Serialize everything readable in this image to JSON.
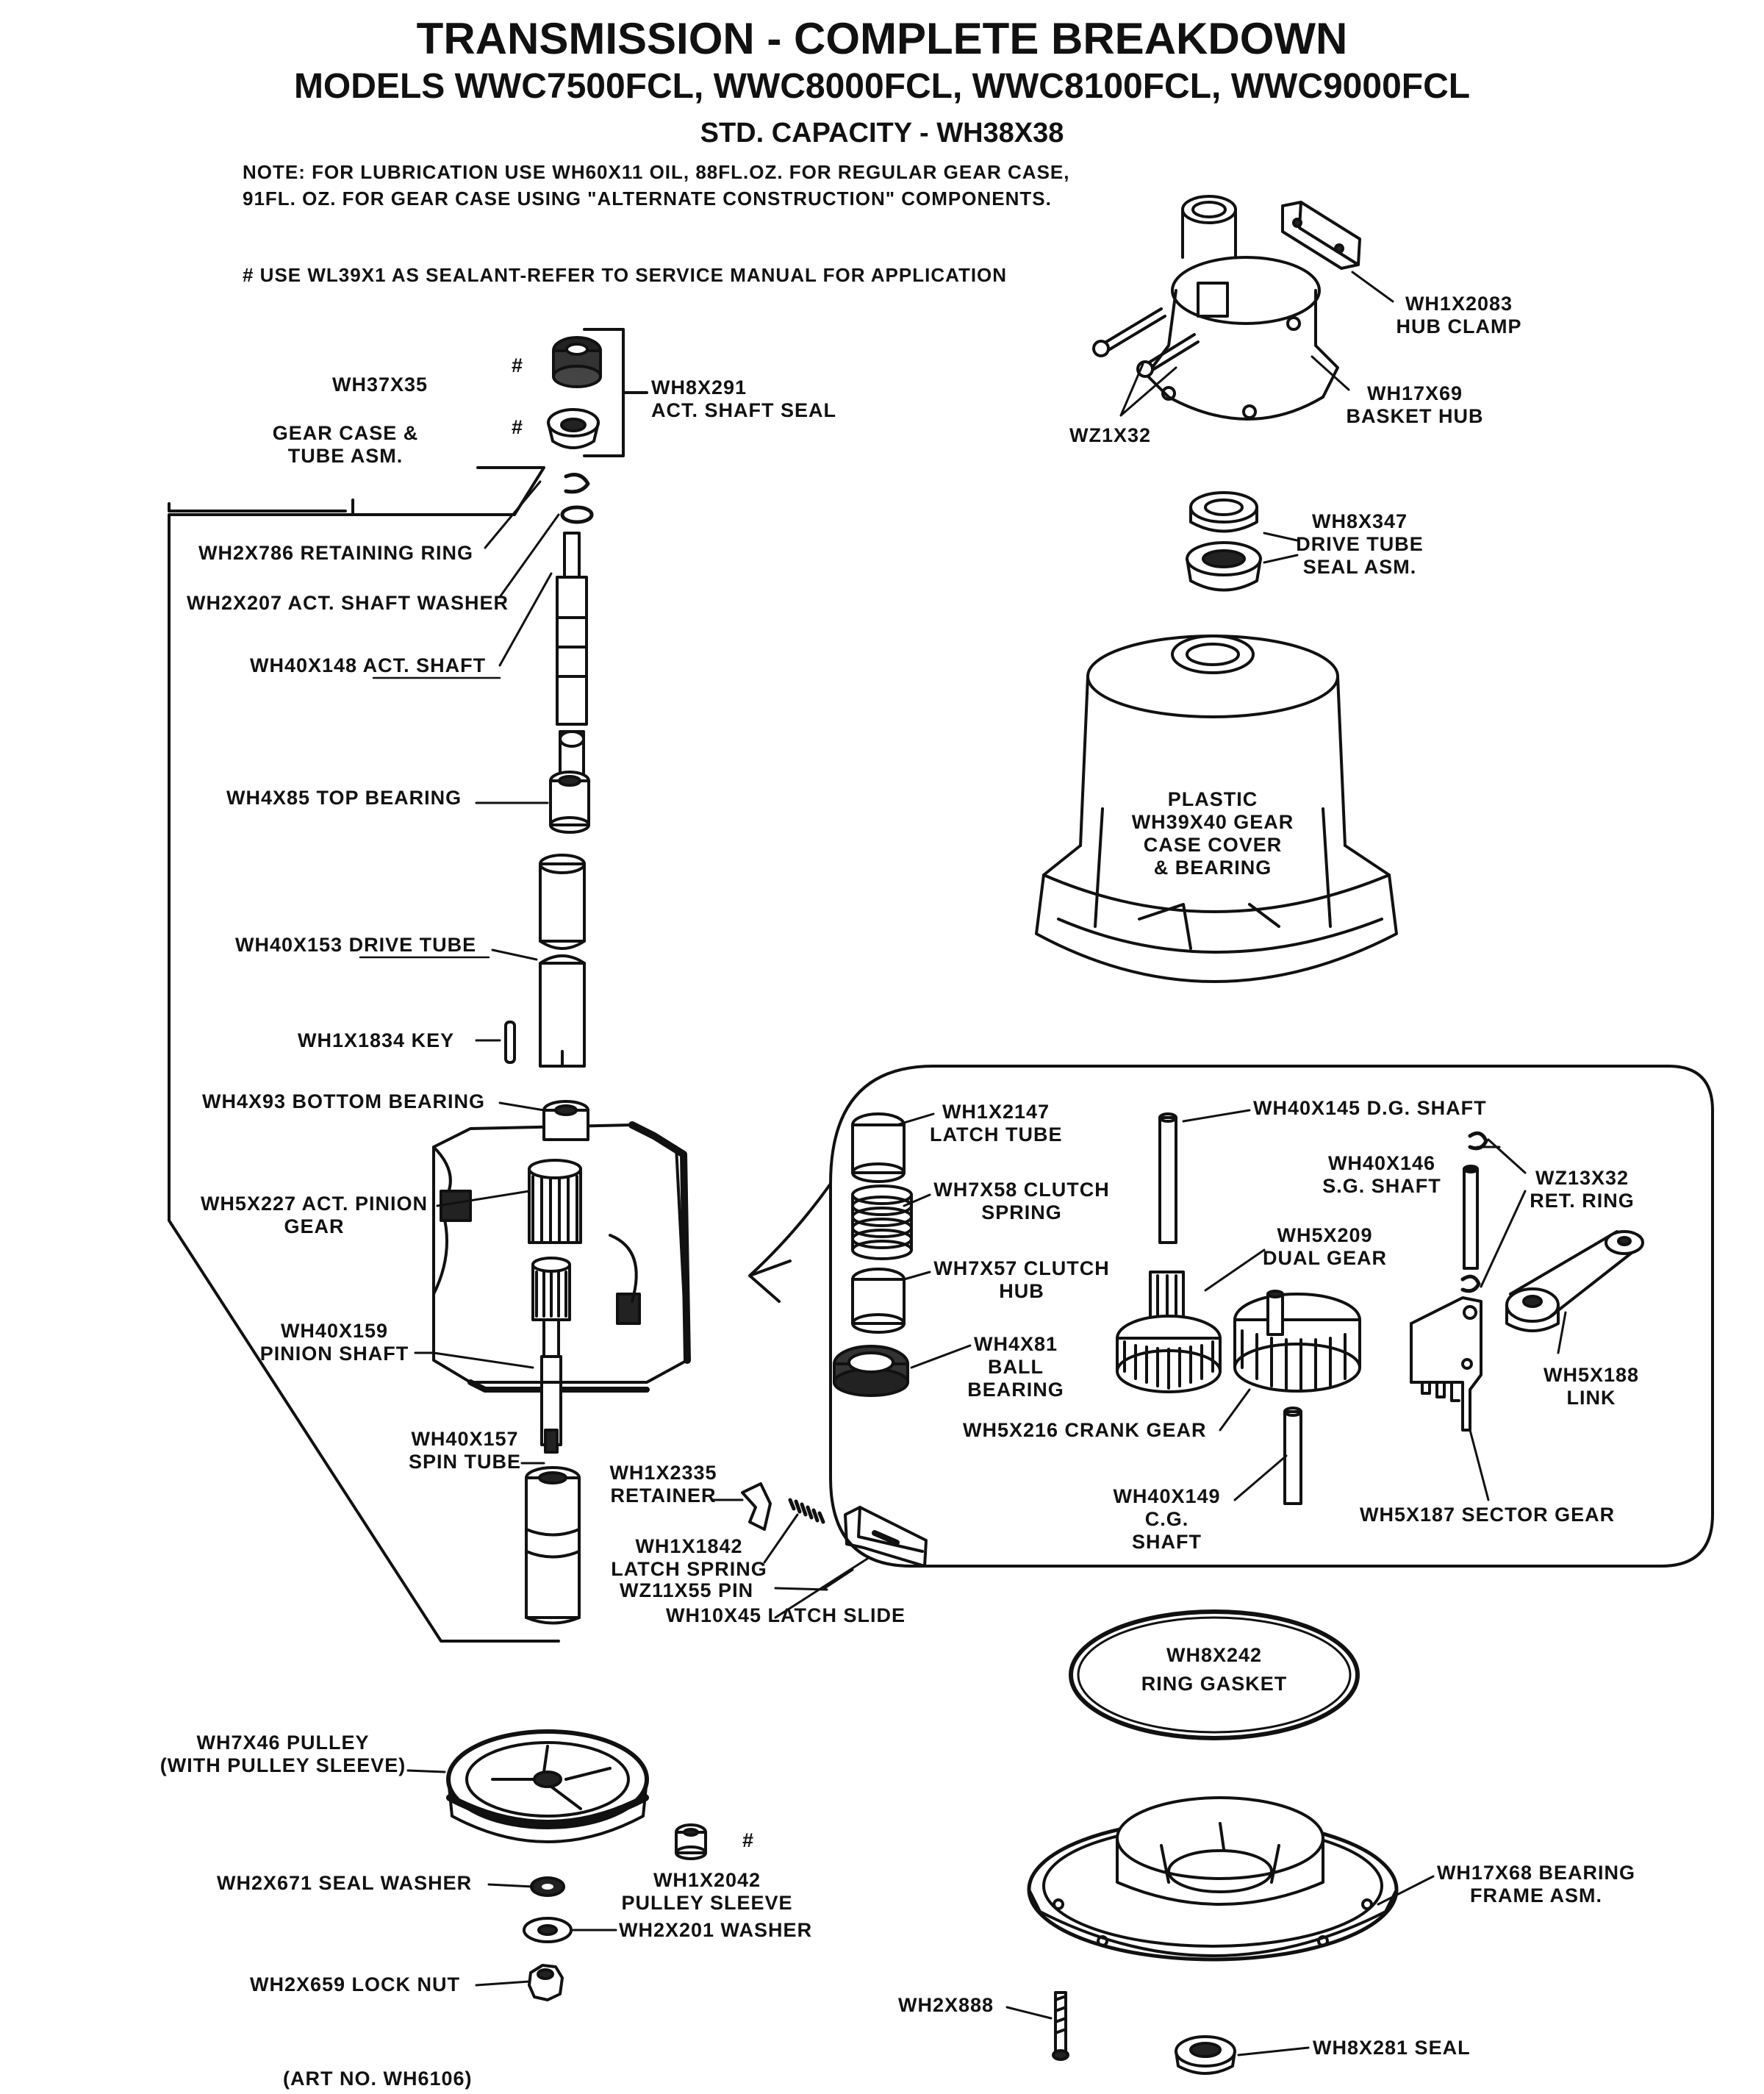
{
  "header": {
    "title": "TRANSMISSION - COMPLETE BREAKDOWN",
    "models": "MODELS WWC7500FCL, WWC8000FCL, WWC8100FCL, WWC9000FCL",
    "capacity": "STD. CAPACITY - WH38X38",
    "note_line1": "NOTE: FOR LUBRICATION USE WH60X11 OIL, 88FL.OZ. FOR REGULAR GEAR CASE,",
    "note_line2": "91FL. OZ. FOR GEAR CASE USING \"ALTERNATE CONSTRUCTION\" COMPONENTS.",
    "sealant_note": "# USE WL39X1 AS SEALANT-REFER TO SERVICE MANUAL FOR APPLICATION"
  },
  "sealant_mark": "#",
  "labels": {
    "hub_clamp": [
      "WH1X2083",
      "HUB CLAMP"
    ],
    "basket_hub": [
      "WH17X69",
      "BASKET HUB"
    ],
    "wz1x32": "WZ1X32",
    "drive_tube_seal": [
      "WH8X347",
      "DRIVE TUBE",
      "SEAL ASM."
    ],
    "gear_case_cover": [
      "PLASTIC",
      "WH39X40 GEAR",
      "CASE COVER",
      "& BEARING"
    ],
    "wh37x35": "WH37X35",
    "act_shaft_seal": [
      "WH8X291",
      "ACT. SHAFT SEAL"
    ],
    "gear_case_tube": [
      "GEAR CASE &",
      "TUBE ASM."
    ],
    "retaining_ring": "WH2X786 RETAINING RING",
    "act_shaft_washer": "WH2X207 ACT. SHAFT WASHER",
    "act_shaft_code": "WH40X148",
    "act_shaft_name": "ACT. SHAFT",
    "top_bearing": "WH4X85 TOP BEARING",
    "drive_tube_code": "WH40X153",
    "drive_tube_name": "DRIVE TUBE",
    "key": "WH1X1834 KEY",
    "bottom_bearing": "WH4X93 BOTTOM BEARING",
    "act_pinion_gear": [
      "WH5X227 ACT. PINION",
      "GEAR"
    ],
    "pinion_shaft": [
      "WH40X159",
      "PINION SHAFT"
    ],
    "spin_tube": [
      "WH40X157",
      "SPIN TUBE"
    ],
    "retainer": [
      "WH1X2335",
      "RETAINER"
    ],
    "latch_spring": [
      "WH1X1842",
      "LATCH SPRING"
    ],
    "pin": "WZ11X55 PIN",
    "latch_slide": "WH10X45 LATCH SLIDE",
    "latch_tube": [
      "WH1X2147",
      "LATCH TUBE"
    ],
    "clutch_spring": [
      "WH7X58 CLUTCH",
      "SPRING"
    ],
    "clutch_hub": [
      "WH7X57 CLUTCH",
      "HUB"
    ],
    "ball_bearing": [
      "WH4X81",
      "BALL",
      "BEARING"
    ],
    "dg_shaft": "WH40X145 D.G. SHAFT",
    "sg_shaft": [
      "WH40X146",
      "S.G. SHAFT"
    ],
    "ret_ring": [
      "WZ13X32",
      "RET. RING"
    ],
    "dual_gear": [
      "WH5X209",
      "DUAL GEAR"
    ],
    "link": [
      "WH5X188",
      "LINK"
    ],
    "crank_gear": "WH5X216 CRANK GEAR",
    "cg_shaft": [
      "WH40X149",
      "C.G.",
      "SHAFT"
    ],
    "sector_gear": "WH5X187 SECTOR GEAR",
    "ring_gasket": [
      "WH8X242",
      "RING GASKET"
    ],
    "pulley": [
      "WH7X46 PULLEY",
      "(WITH PULLEY SLEEVE)"
    ],
    "pulley_sleeve": [
      "WH1X2042",
      "PULLEY SLEEVE"
    ],
    "seal_washer": "WH2X671 SEAL WASHER",
    "washer": "WH2X201 WASHER",
    "lock_nut": "WH2X659 LOCK NUT",
    "bearing_frame": [
      "WH17X68 BEARING",
      "FRAME ASM."
    ],
    "wh2x888": "WH2X888",
    "seal_281": "WH8X281 SEAL",
    "art_no": "(ART NO. WH6106)"
  }
}
